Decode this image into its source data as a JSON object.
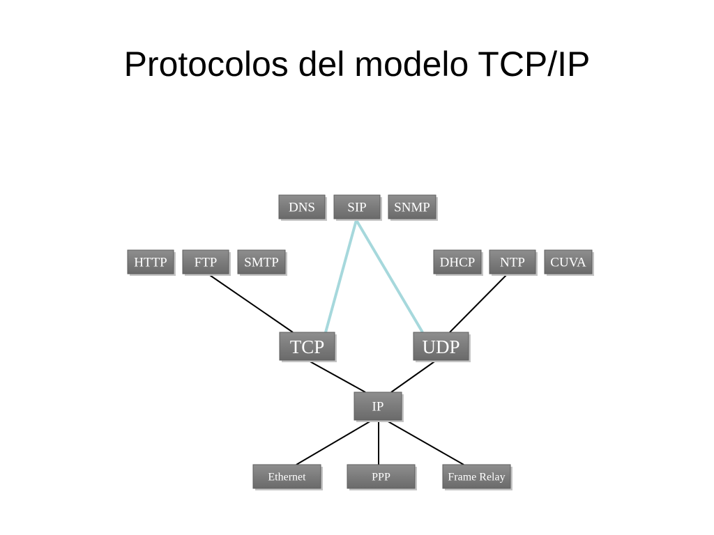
{
  "slide": {
    "title": "Protocolos del modelo TCP/IP"
  },
  "diagram": {
    "nodes": [
      {
        "id": "dns",
        "label": "DNS"
      },
      {
        "id": "sip",
        "label": "SIP"
      },
      {
        "id": "snmp",
        "label": "SNMP"
      },
      {
        "id": "http",
        "label": "HTTP"
      },
      {
        "id": "ftp",
        "label": "FTP"
      },
      {
        "id": "smtp",
        "label": "SMTP"
      },
      {
        "id": "dhcp",
        "label": "DHCP"
      },
      {
        "id": "ntp",
        "label": "NTP"
      },
      {
        "id": "cuva",
        "label": "CUVA"
      },
      {
        "id": "tcp",
        "label": "TCP"
      },
      {
        "id": "udp",
        "label": "UDP"
      },
      {
        "id": "ip",
        "label": "IP"
      },
      {
        "id": "ethernet",
        "label": "Ethernet"
      },
      {
        "id": "ppp",
        "label": "PPP"
      },
      {
        "id": "frame_relay",
        "label": "Frame Relay"
      }
    ],
    "edges": [
      {
        "from": "ftp",
        "to": "tcp",
        "style": "normal"
      },
      {
        "from": "sip",
        "to": "tcp",
        "style": "highlight"
      },
      {
        "from": "sip",
        "to": "udp",
        "style": "highlight"
      },
      {
        "from": "ntp",
        "to": "udp",
        "style": "normal"
      },
      {
        "from": "tcp",
        "to": "ip",
        "style": "normal"
      },
      {
        "from": "udp",
        "to": "ip",
        "style": "normal"
      },
      {
        "from": "ip",
        "to": "ethernet",
        "style": "normal"
      },
      {
        "from": "ip",
        "to": "ppp",
        "style": "normal"
      },
      {
        "from": "ip",
        "to": "frame_relay",
        "style": "normal"
      }
    ],
    "colors": {
      "box_top": "#8e8e8e",
      "box_bottom": "#6a6a6a",
      "line": "#000000",
      "highlight_line": "#a6d8dc"
    }
  }
}
